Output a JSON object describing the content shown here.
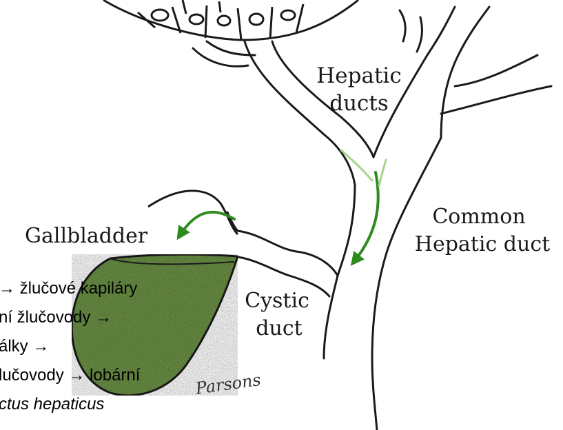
{
  "colors": {
    "outline": "#1a1a1a",
    "gallbladder_fill": "#6a8f45",
    "arrow_green": "#2e8b1e",
    "arrow_green_light": "#a6d48a"
  },
  "labels": {
    "hepatic_ducts_line1": "Hepatic",
    "hepatic_ducts_line2": "ducts",
    "common_line1": "Common",
    "common_line2": "Hepatic duct",
    "gallbladder": "Gallbladder",
    "cystic_line1": "Cystic",
    "cystic_line2": "duct",
    "signature": "Parsons"
  },
  "overlay_text": {
    "line1": "→ žlučové kapiláry",
    "line2": "ní žlučovody →",
    "line3": "álky →",
    "line4": "lučovody → lobární",
    "line5": "ctus hepaticus"
  }
}
